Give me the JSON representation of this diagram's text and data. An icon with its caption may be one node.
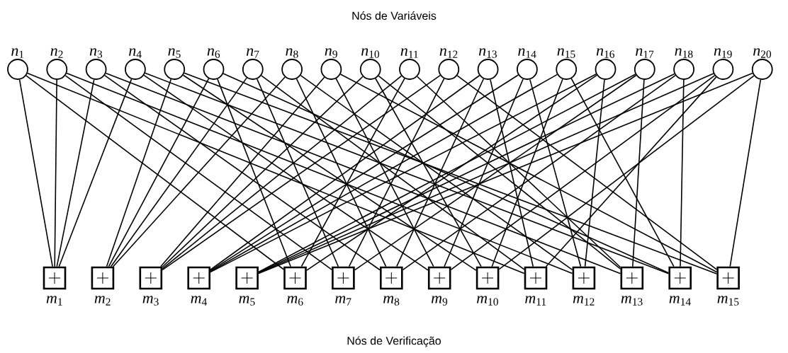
{
  "diagram": {
    "nodes": [
      {
        "text": [
          "*n*$_{1}$"
        ]
      },
      {
        "text": [
          "*n*$_{2}$"
        ]
      },
      {
        "text": [
          "*n*$_{3}$"
        ]
      },
      {
        "text": [
          "*n*$_{4}$"
        ]
      },
      {
        "text": [
          "*n*$_{5}$"
        ]
      },
      {
        "text": [
          "*n*$_{6}$"
        ]
      },
      {
        "text": [
          "*n*$_{7}$"
        ]
      },
      {
        "text": [
          "*n*$_{8}$"
        ]
      },
      {
        "text": [
          "*n*$_{9}$"
        ]
      },
      {
        "text": [
          "*n*$_{10}$"
        ]
      },
      {
        "text": [
          "*n*$_{11}$"
        ]
      },
      {
        "text": [
          "*n*$_{12}$"
        ]
      },
      {
        "text": [
          "*n*$_{13}$"
        ]
      },
      {
        "text": [
          "*n*$_{14}$"
        ]
      },
      {
        "text": [
          "*n*$_{15}$"
        ]
      },
      {
        "text": [
          "*n*$_{16}$"
        ]
      },
      {
        "text": [
          "*n*$_{17}$"
        ]
      },
      {
        "text": [
          "*n*$_{18}$"
        ]
      },
      {
        "text": [
          "*n*$_{19}$"
        ]
      },
      {
        "text": [
          "*n*$_{20}$"
        ]
      },
      {
        "text": [
          "*m*$_{1}$"
        ]
      },
      {
        "text": [
          "*m*$_{2}$"
        ]
      },
      {
        "text": [
          "*m*$_{3}$"
        ]
      },
      {
        "text": [
          "*m*$_{4}$"
        ]
      },
      {
        "text": [
          "*m*$_{5}$"
        ]
      },
      {
        "text": [
          "*m*$_{6}$"
        ]
      },
      {
        "text": [
          "*m*$_{7}$"
        ]
      },
      {
        "text": [
          "*m*$_{8}$"
        ]
      },
      {
        "text": [
          "*m*$_{9}$"
        ]
      },
      {
        "text": [
          "*m*$_{10}$"
        ]
      },
      {
        "text": [
          "*m*$_{11}$"
        ]
      },
      {
        "text": [
          "*m*$_{12}$"
        ]
      },
      {
        "text": [
          "*m*$_{13}$"
        ]
      },
      {
        "text": [
          "*m*$_{14}$"
        ]
      },
      {
        "text": [
          "*m*$_{15}$"
        ]
      }
    ],
    "edges": [
      {
        "from": 0,
        "to": 20,
        "arrow": "none"
      },
      {
        "from": 1,
        "to": 20,
        "arrow": "none"
      },
      {
        "from": 2,
        "to": 20,
        "arrow": "none"
      },
      {
        "from": 3,
        "to": 20,
        "arrow": "none"
      },
      {
        "from": 4,
        "to": 21,
        "arrow": "none"
      },
      {
        "from": 5,
        "to": 21,
        "arrow": "none"
      },
      {
        "from": 6,
        "to": 21,
        "arrow": "none"
      },
      {
        "from": 7,
        "to": 21,
        "arrow": "none"
      },
      {
        "from": 8,
        "to": 22,
        "arrow": "none"
      },
      {
        "from": 9,
        "to": 22,
        "arrow": "none"
      },
      {
        "from": 10,
        "to": 22,
        "arrow": "none"
      },
      {
        "from": 11,
        "to": 22,
        "arrow": "none"
      },
      {
        "from": 12,
        "to": 23,
        "arrow": "none"
      },
      {
        "from": 13,
        "to": 23,
        "arrow": "none"
      },
      {
        "from": 14,
        "to": 23,
        "arrow": "none"
      },
      {
        "from": 15,
        "to": 23,
        "arrow": "none"
      },
      {
        "from": 16,
        "to": 24,
        "arrow": "none"
      },
      {
        "from": 17,
        "to": 24,
        "arrow": "none"
      },
      {
        "from": 18,
        "to": 24,
        "arrow": "none"
      },
      {
        "from": 19,
        "to": 24,
        "arrow": "none"
      },
      {
        "from": 0,
        "to": 25,
        "arrow": "none"
      },
      {
        "from": 5,
        "to": 25,
        "arrow": "none"
      },
      {
        "from": 10,
        "to": 25,
        "arrow": "none"
      },
      {
        "from": 15,
        "to": 25,
        "arrow": "none"
      },
      {
        "from": 1,
        "to": 26,
        "arrow": "none"
      },
      {
        "from": 6,
        "to": 26,
        "arrow": "none"
      },
      {
        "from": 11,
        "to": 26,
        "arrow": "none"
      },
      {
        "from": 16,
        "to": 26,
        "arrow": "none"
      },
      {
        "from": 2,
        "to": 27,
        "arrow": "none"
      },
      {
        "from": 7,
        "to": 27,
        "arrow": "none"
      },
      {
        "from": 12,
        "to": 27,
        "arrow": "none"
      },
      {
        "from": 17,
        "to": 27,
        "arrow": "none"
      },
      {
        "from": 3,
        "to": 28,
        "arrow": "none"
      },
      {
        "from": 8,
        "to": 28,
        "arrow": "none"
      },
      {
        "from": 13,
        "to": 28,
        "arrow": "none"
      },
      {
        "from": 18,
        "to": 28,
        "arrow": "none"
      },
      {
        "from": 4,
        "to": 29,
        "arrow": "none"
      },
      {
        "from": 9,
        "to": 29,
        "arrow": "none"
      },
      {
        "from": 14,
        "to": 29,
        "arrow": "none"
      },
      {
        "from": 19,
        "to": 29,
        "arrow": "none"
      },
      {
        "from": 0,
        "to": 30,
        "arrow": "none"
      },
      {
        "from": 6,
        "to": 30,
        "arrow": "none"
      },
      {
        "from": 12,
        "to": 30,
        "arrow": "none"
      },
      {
        "from": 18,
        "to": 30,
        "arrow": "none"
      },
      {
        "from": 1,
        "to": 31,
        "arrow": "none"
      },
      {
        "from": 7,
        "to": 31,
        "arrow": "none"
      },
      {
        "from": 13,
        "to": 31,
        "arrow": "none"
      },
      {
        "from": 15,
        "to": 31,
        "arrow": "none"
      },
      {
        "from": 2,
        "to": 32,
        "arrow": "none"
      },
      {
        "from": 9,
        "to": 32,
        "arrow": "none"
      },
      {
        "from": 10,
        "to": 32,
        "arrow": "none"
      },
      {
        "from": 16,
        "to": 32,
        "arrow": "none"
      },
      {
        "from": 3,
        "to": 33,
        "arrow": "none"
      },
      {
        "from": 5,
        "to": 33,
        "arrow": "none"
      },
      {
        "from": 14,
        "to": 33,
        "arrow": "none"
      },
      {
        "from": 17,
        "to": 33,
        "arrow": "none"
      },
      {
        "from": 4,
        "to": 34,
        "arrow": "none"
      },
      {
        "from": 8,
        "to": 34,
        "arrow": "none"
      },
      {
        "from": 11,
        "to": 34,
        "arrow": "none"
      },
      {
        "from": 19,
        "to": 34,
        "arrow": "none"
      }
    ],
    "labels": [
      "Nós de Variáveis",
      "Nós de Verificação"
    ]
  }
}
